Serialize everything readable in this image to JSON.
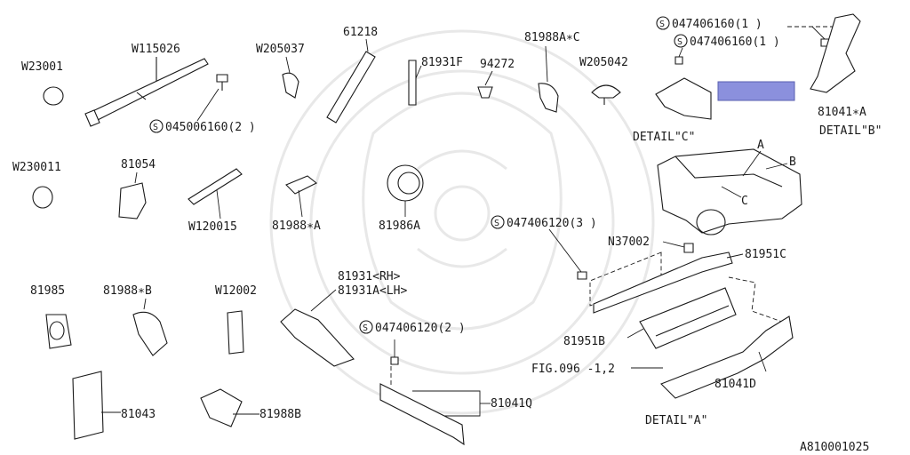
{
  "labels": {
    "w23001": "W23001",
    "w115026": "W115026",
    "w205037": "W205037",
    "p61218": "61218",
    "p81931f": "81931F",
    "p94272": "94272",
    "p81988ac": "81988A∗C",
    "w205042": "W205042",
    "s045006160": "045006160(2 )",
    "s047406160_1": "047406160(1 )",
    "s047406160_2": "047406160(1 )",
    "p81041a": "81041∗A",
    "detail_c": "DETAIL\"C\"",
    "detail_b": "DETAIL\"B\"",
    "w230011": "W230011",
    "p81054": "81054",
    "w120015": "W120015",
    "p81988a": "81988∗A",
    "p81986a": "81986A",
    "s047406120_3": "047406120(3 )",
    "n37002": "N37002",
    "p81951c": "81951C",
    "ref_a": "A",
    "ref_b": "B",
    "ref_c": "C",
    "p81985": "81985",
    "p81988b_star": "81988∗B",
    "w12002": "W12002",
    "p81931rh": "81931<RH>",
    "p81931alh": "81931A<LH>",
    "s047406120_2": "047406120(2 )",
    "p81951b": "81951B",
    "fig096": "FIG.096 -1,2",
    "p81041d": "81041D",
    "p81043": "81043",
    "p81988b": "81988B",
    "p81041q": "81041Q",
    "detail_a": "DETAIL\"A\"",
    "diagram_id": "A810001025",
    "s_symbol": "S"
  },
  "colors": {
    "ink": "#1a1a1a",
    "highlight": "#8b90dd",
    "watermark": "#e8e8e8"
  }
}
